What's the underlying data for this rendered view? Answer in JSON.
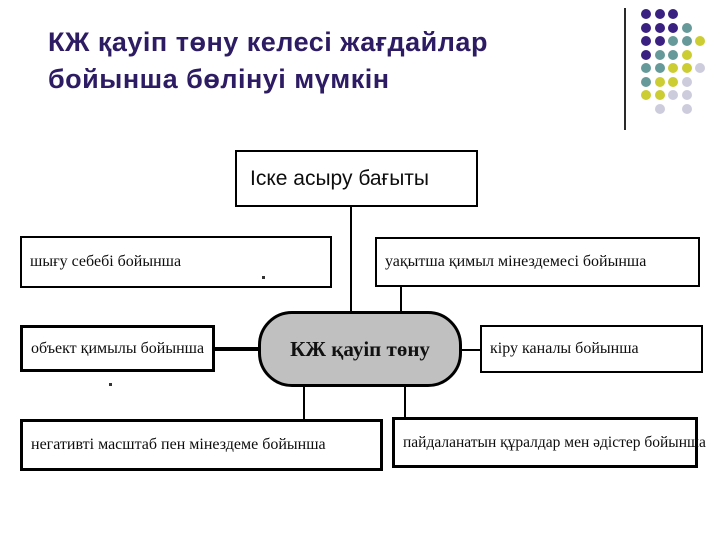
{
  "slide": {
    "title_line1": "КЖ қауіп төну келесі жағдайлар",
    "title_line2": "бойынша бөлінуі мүмкін",
    "title_color": "#2d1b63"
  },
  "decoration": {
    "dot_colors": {
      "P": "#3a2080",
      "T": "#669999",
      "Y": "#cccc33",
      "G": "#ccccdd"
    },
    "pattern": [
      "PPP..",
      "PPPT.",
      "PPTTY",
      "PTTY.",
      "TTYYG",
      "TYYG.",
      "YYGG.",
      ".G.G."
    ]
  },
  "diagram": {
    "direction_box": {
      "label": "Іске асыру бағыты"
    },
    "center_node": {
      "label": "КЖ қауіп төну",
      "fill": "#c0c0c0"
    },
    "branches": [
      {
        "id": "reason",
        "label": "шығу себебі бойынша"
      },
      {
        "id": "temporal",
        "label": "уақытша қимыл мінездемесі бойынша"
      },
      {
        "id": "object",
        "label": "объект қимылы бойынша"
      },
      {
        "id": "channel",
        "label": "кіру каналы бойынша"
      },
      {
        "id": "negative",
        "label": "негативті масштаб пен мінездеме бойынша"
      },
      {
        "id": "tools",
        "label": "пайдаланатын құралдар мен әдістер бойынша"
      }
    ]
  }
}
